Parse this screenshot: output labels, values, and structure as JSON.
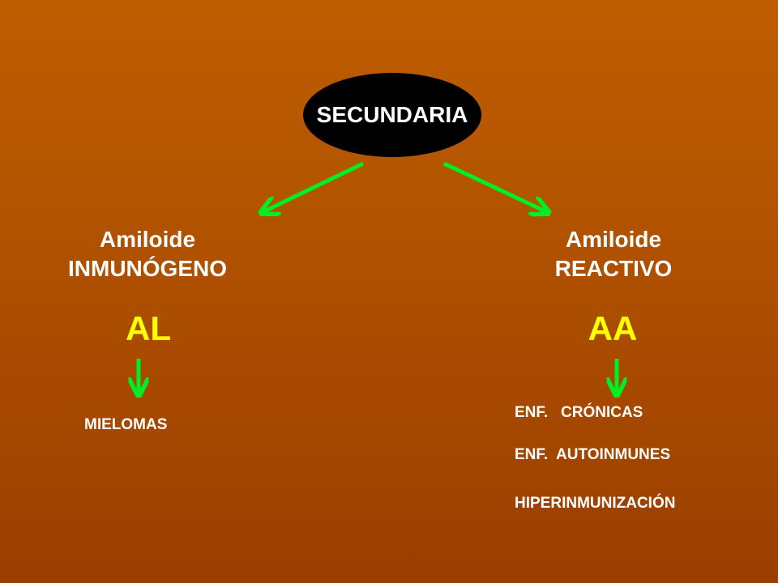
{
  "root": {
    "label": "SECUNDARIA"
  },
  "left": {
    "title_line1": "Amiloide",
    "title_line2": "INMUNÓGENO",
    "code": "AL",
    "items": [
      "MIELOMAS"
    ]
  },
  "right": {
    "title_line1": "Amiloide",
    "title_line2": "REACTIVO",
    "code": "AA",
    "items": [
      "ENF.   CRÓNICAS",
      "ENF.  AUTOINMUNES",
      "HIPERINMUNIZACIÓN"
    ]
  },
  "colors": {
    "background_top": "#bf5e00",
    "background_bottom": "#9a3e00",
    "arrow": "#00ee22",
    "code_text": "#ffff00",
    "root_fill": "#000000"
  }
}
